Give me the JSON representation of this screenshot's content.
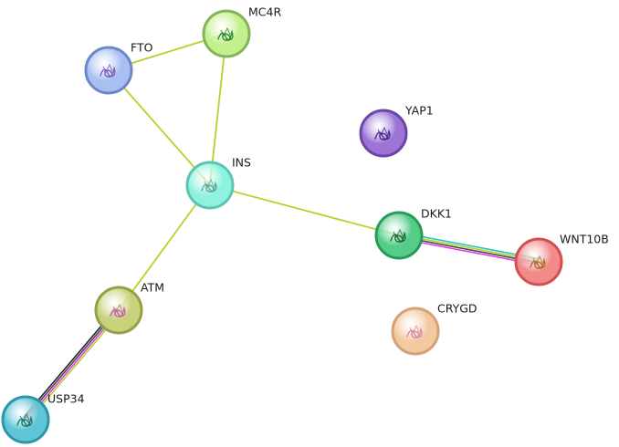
{
  "network": {
    "nodes": [
      {
        "id": "MC4R",
        "label": "MC4R",
        "fill": "#c3f08c",
        "stroke": "#86b35a",
        "glyph": "#2e8b3a"
      },
      {
        "id": "FTO",
        "label": "FTO",
        "fill": "#a9bff2",
        "stroke": "#6d87c7",
        "glyph": "#7a5fc0"
      },
      {
        "id": "YAP1",
        "label": "YAP1",
        "fill": "#9b74d6",
        "stroke": "#6a46a8",
        "glyph": "#4b2a8a"
      },
      {
        "id": "INS",
        "label": "INS",
        "fill": "#8ff2e0",
        "stroke": "#5cc4b2",
        "glyph": "#5fa89a"
      },
      {
        "id": "DKK1",
        "label": "DKK1",
        "fill": "#55cc88",
        "stroke": "#2a9a5a",
        "glyph": "#1d6a3a"
      },
      {
        "id": "WNT10B",
        "label": "WNT10B",
        "fill": "#f28a8a",
        "stroke": "#d14f4f",
        "glyph": "#b0702a"
      },
      {
        "id": "ATM",
        "label": "ATM",
        "fill": "#c9d27a",
        "stroke": "#94a048",
        "glyph": "#c26aa0"
      },
      {
        "id": "CRYGD",
        "label": "CRYGD",
        "fill": "#f3c9a2",
        "stroke": "#d3a27a",
        "glyph": "#d98aa8"
      },
      {
        "id": "USP34",
        "label": "USP34",
        "fill": "#5fc4d6",
        "stroke": "#2d95a8",
        "glyph": "#1c7a6a"
      }
    ],
    "edges": [
      {
        "source": "FTO",
        "target": "MC4R",
        "colors": [
          "#b5d22a"
        ]
      },
      {
        "source": "FTO",
        "target": "INS",
        "colors": [
          "#b5d22a"
        ]
      },
      {
        "source": "MC4R",
        "target": "INS",
        "colors": [
          "#b5d22a"
        ]
      },
      {
        "source": "INS",
        "target": "DKK1",
        "colors": [
          "#b5d22a"
        ]
      },
      {
        "source": "INS",
        "target": "ATM",
        "colors": [
          "#b5d22a"
        ]
      },
      {
        "source": "DKK1",
        "target": "WNT10B",
        "colors": [
          "#22c4c4",
          "#b5d22a",
          "#4a4a4a",
          "#e040e0"
        ]
      },
      {
        "source": "ATM",
        "target": "USP34",
        "colors": [
          "#b5d22a",
          "#e040e0",
          "#4a4a4a",
          "#22222a"
        ]
      }
    ]
  }
}
